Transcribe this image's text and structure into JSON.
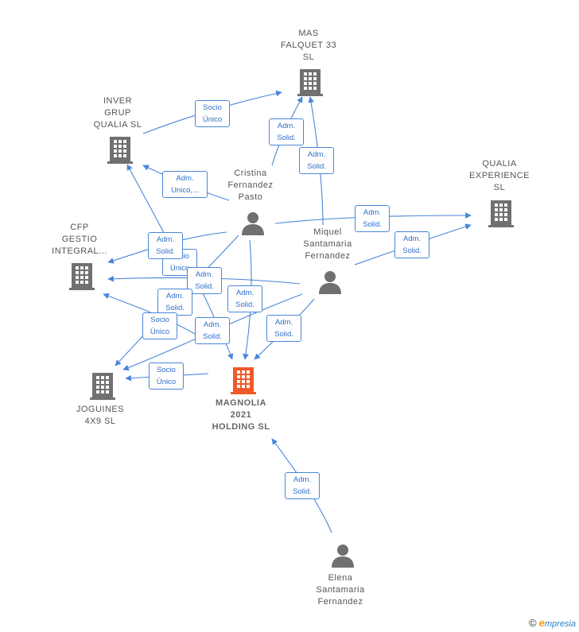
{
  "colors": {
    "edge": "#4a86d8",
    "building": "#707070",
    "building_main": "#f15a29",
    "person": "#707070"
  },
  "nodes": {
    "mas_falquet": {
      "label": "MAS\nFALQUET 33\nSL",
      "icon": "building-icon"
    },
    "inver_grup": {
      "label": "INVER\nGRUP\nQUALIA SL",
      "icon": "building-icon"
    },
    "qualia_experience": {
      "label": "QUALIA\nEXPERIENCE\nSL",
      "icon": "building-icon"
    },
    "cfp_gestio": {
      "label": "CFP\nGESTIO\nINTEGRAL...",
      "icon": "building-icon"
    },
    "joguines": {
      "label": "JOGUINES\n4X9 SL",
      "icon": "building-icon"
    },
    "magnolia": {
      "label": "MAGNOLIA\n2021\nHOLDING SL",
      "icon": "building-icon"
    },
    "cristina": {
      "label": "Cristina\nFernandez\nPasto",
      "icon": "person-icon"
    },
    "miquel": {
      "label": "Miquel\nSantamaria\nFernandez",
      "icon": "person-icon"
    },
    "elena": {
      "label": "Elena\nSantamaria\nFernandez",
      "icon": "person-icon"
    }
  },
  "edge_labels": {
    "inver_to_mas": "Socio\nÚnico",
    "cristina_to_mas": "Adm.\nSolid.",
    "miquel_to_mas": "Adm.\nSolid.",
    "cristina_to_inver": "Adm.\nUnico,...",
    "cristina_to_qualia": "Adm.\nSolid.",
    "miquel_to_qualia": "Adm.\nSolid.",
    "inver_to_cfp": "Adm.\nSolid.",
    "cristina_to_cfp": "Socio\nÚnico",
    "miquel_to_cfp": "Adm.\nSolid.",
    "cristina_to_joguines": "Adm.\nSolid.",
    "cristina_to_magnolia": "Adm.\nSolid.",
    "miquel_to_magnolia": "Adm.\nSolid.",
    "inver_to_joguines": "Socio\nÚnico",
    "miquel_to_joguines": "Adm.\nSolid.",
    "magnolia_to_joguines": "Socio\nÚnico",
    "elena_to_magnolia": "Adm.\nSolid."
  },
  "brand": {
    "copyright": "©",
    "initial": "e",
    "name": "mpresia"
  }
}
